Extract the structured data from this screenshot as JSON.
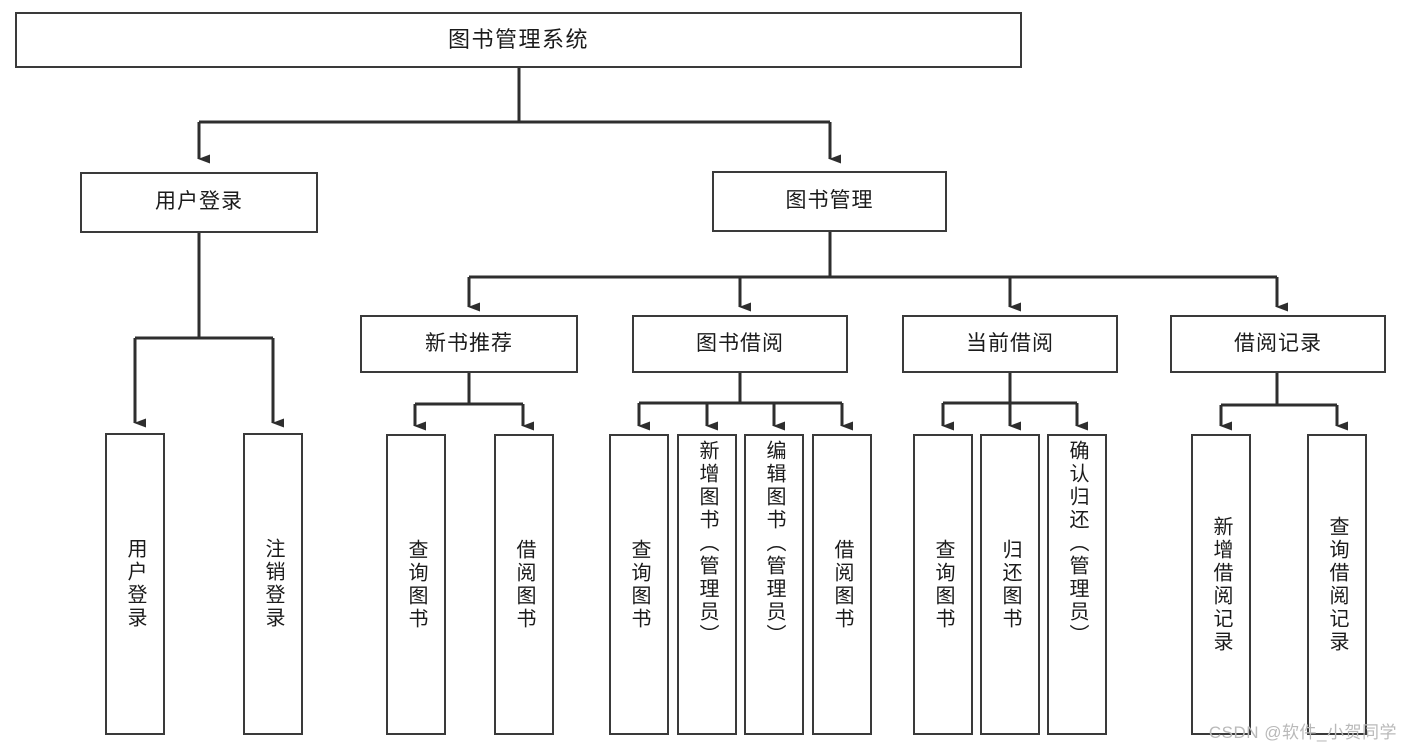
{
  "diagram": {
    "type": "tree-hierarchy",
    "title": "图书管理系统",
    "background_color": "#ffffff",
    "line_color": "#3a3a3a",
    "text_color": "#1b1b1b"
  },
  "root": {
    "label": "图书管理系统"
  },
  "level2": [
    {
      "id": "user-login",
      "label": "用户登录"
    },
    {
      "id": "book-management",
      "label": "图书管理"
    }
  ],
  "level3": [
    {
      "id": "new-book-recommend",
      "label": "新书推荐"
    },
    {
      "id": "book-borrow",
      "label": "图书借阅"
    },
    {
      "id": "current-borrow",
      "label": "当前借阅"
    },
    {
      "id": "borrow-record",
      "label": "借阅记录"
    }
  ],
  "leaves": {
    "user_login": [
      {
        "id": "leaf-user-login",
        "label": "用户登录"
      },
      {
        "id": "leaf-logout",
        "label": "注销登录"
      }
    ],
    "new_book_recommend": [
      {
        "id": "leaf-query-book-1",
        "label": "查询图书"
      },
      {
        "id": "leaf-borrow-book-1",
        "label": "借阅图书"
      }
    ],
    "book_borrow": [
      {
        "id": "leaf-query-book-2",
        "label": "查询图书"
      },
      {
        "id": "leaf-add-book",
        "label": "新增图书（管理员）"
      },
      {
        "id": "leaf-edit-book",
        "label": "编辑图书（管理员）"
      },
      {
        "id": "leaf-borrow-book-2",
        "label": "借阅图书"
      }
    ],
    "current_borrow": [
      {
        "id": "leaf-query-book-3",
        "label": "查询图书"
      },
      {
        "id": "leaf-return-book",
        "label": "归还图书"
      },
      {
        "id": "leaf-confirm-return",
        "label": "确认归还（管理员）"
      }
    ],
    "borrow_record": [
      {
        "id": "leaf-add-record",
        "label": "新增借阅记录"
      },
      {
        "id": "leaf-query-record",
        "label": "查询借阅记录"
      }
    ]
  },
  "watermark": {
    "text": "CSDN @软件_小贺同学"
  }
}
